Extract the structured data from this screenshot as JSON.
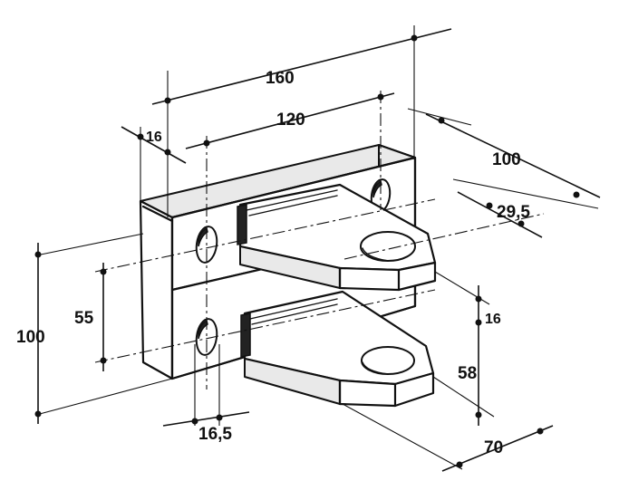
{
  "dimensions": {
    "overall_width": "160",
    "hole_spacing_horizontal": "120",
    "plate_thickness": "16",
    "depth": "100",
    "lug_offset": "29,5",
    "hole_spacing_vertical": "55",
    "plate_height": "100",
    "lug_thickness": "16",
    "lug_gap": "58",
    "lug_length": "70",
    "hole_diameter": "16,5"
  }
}
